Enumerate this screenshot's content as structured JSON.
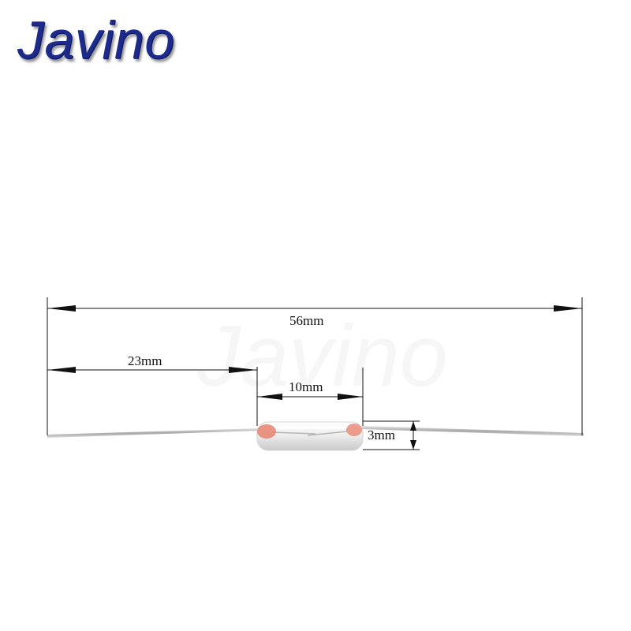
{
  "brand": {
    "logo_text": "Javino",
    "watermark_text": "Javino"
  },
  "dimensions": {
    "overall_length": "56mm",
    "lead_length": "23mm",
    "body_length": "10mm",
    "body_diameter": "3mm"
  },
  "colors": {
    "logo": "#1c2a8a",
    "dimension_lines": "#111111",
    "lead_wire": "#b8b8b8",
    "glass_body": "#f2f2f2",
    "seal_ends": "#e8826f"
  }
}
